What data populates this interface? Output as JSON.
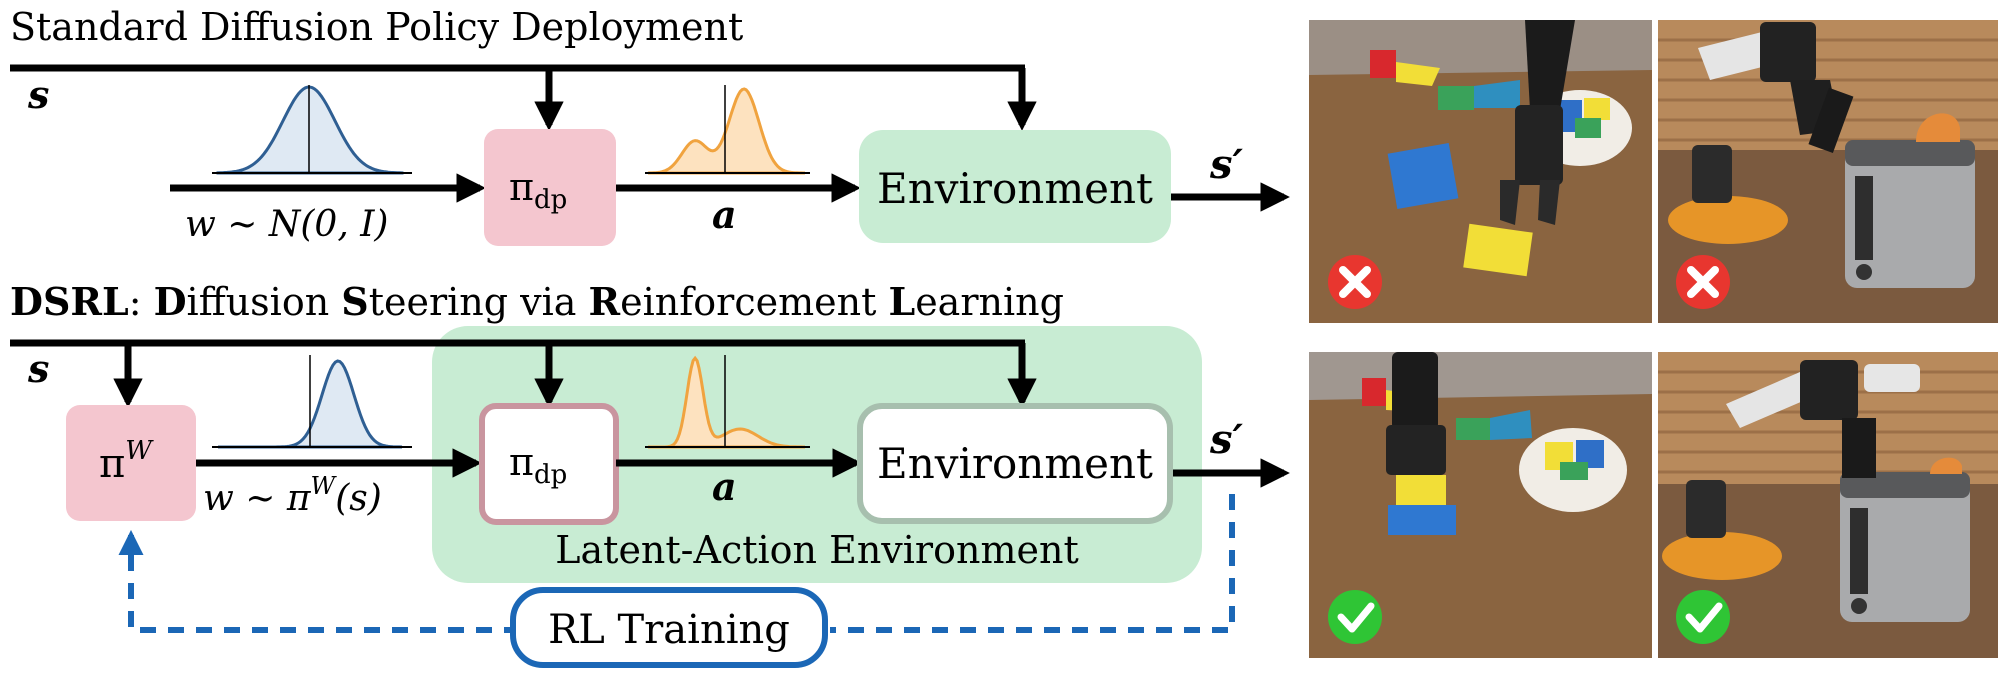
{
  "top": {
    "title": "Standard Diffusion Policy Deployment",
    "state": "s",
    "noise_label": "w ~ N(0, I)",
    "policy_label": "π",
    "policy_sub": "dp",
    "action": "a",
    "environment": "Environment",
    "next_state": "s′"
  },
  "bottom": {
    "title_parts": [
      {
        "text": "DSRL",
        "bold": true
      },
      {
        "text": ": ",
        "bold": false
      },
      {
        "text": "D",
        "bold": true
      },
      {
        "text": "iffusion ",
        "bold": false
      },
      {
        "text": "S",
        "bold": true
      },
      {
        "text": "teering via ",
        "bold": false
      },
      {
        "text": "R",
        "bold": true
      },
      {
        "text": "einforcement ",
        "bold": false
      },
      {
        "text": "L",
        "bold": true
      },
      {
        "text": "earning",
        "bold": false
      }
    ],
    "state": "s",
    "latent_policy": "π",
    "latent_policy_sup": "W",
    "noise_label": "w ~ π",
    "noise_label_sup": "W",
    "noise_label_arg": "(s)",
    "policy_label": "π",
    "policy_sub": "dp",
    "action": "a",
    "environment": "Environment",
    "next_state": "s′",
    "latent_env_label": "Latent-Action Environment",
    "rl_training": "RL Training"
  },
  "photos": [
    {
      "id": "blocks-fail",
      "outcome": "fail"
    },
    {
      "id": "toaster-fail",
      "outcome": "fail"
    },
    {
      "id": "blocks-success",
      "outcome": "success"
    },
    {
      "id": "toaster-success",
      "outcome": "success"
    }
  ],
  "colors": {
    "pink_box": "#f4c6cf",
    "pink_border": "#c9959f",
    "green_box": "#c8ecd3",
    "green_border": "#a7bfae",
    "gaussian_fill": "#dfe9f3",
    "gaussian_line": "#2f5f93",
    "action_fill": "#fde2bf",
    "action_line": "#f0a33f",
    "rl_blue": "#1b67b6",
    "fail_red": "#e8362f",
    "success_green": "#2fc535"
  }
}
